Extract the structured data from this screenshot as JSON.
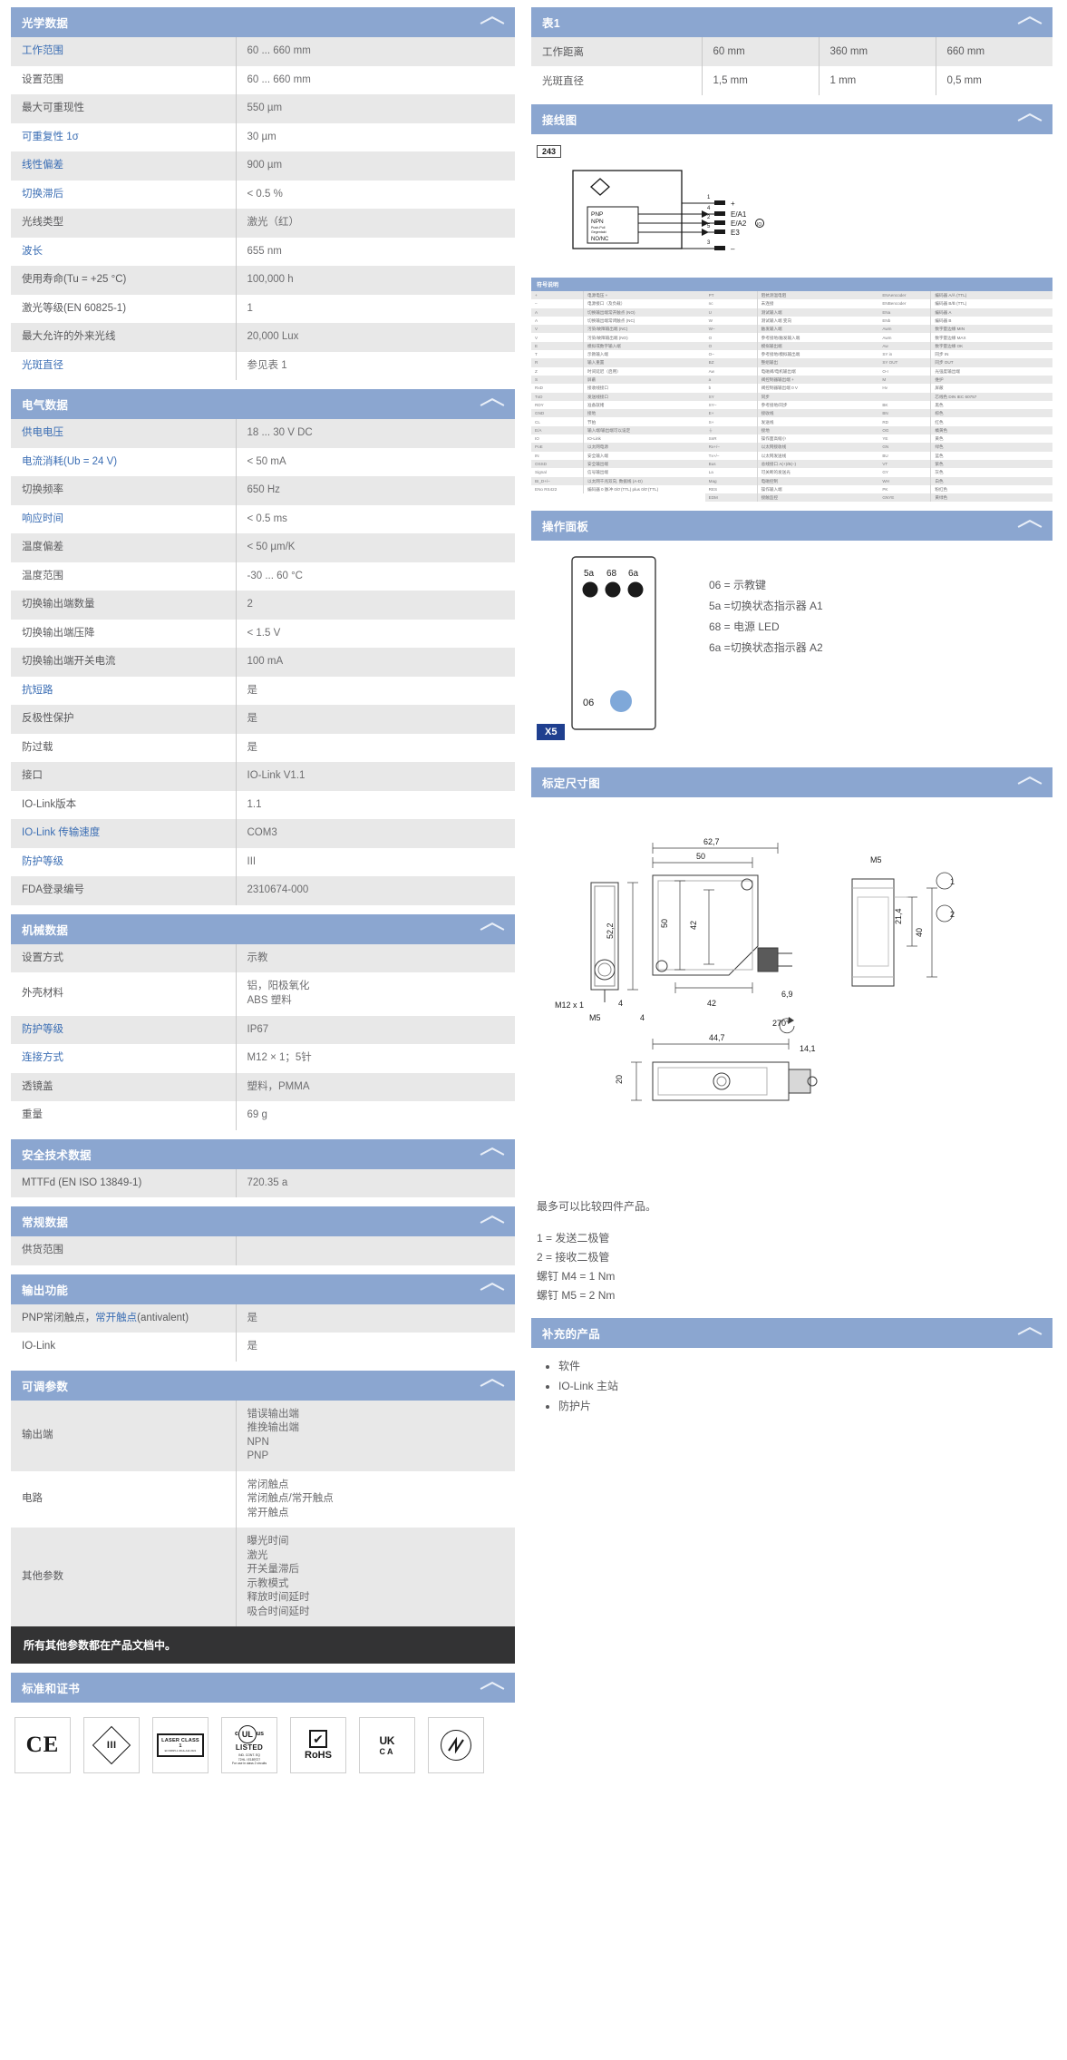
{
  "sections": {
    "optical": "光学数据",
    "electrical": "电气数据",
    "mechanical": "机械数据",
    "safety": "安全技术数据",
    "general": "常规数据",
    "output_function": "输出功能",
    "adjustable": "可调参数",
    "standards": "标准和证书",
    "table1": "表1",
    "wiring": "接线图",
    "panel": "操作面板",
    "dimensions": "标定尺寸图",
    "accessories": "补充的产品"
  },
  "optical_rows": [
    {
      "k": "工作范围",
      "v": "60 ... 660 mm",
      "link": true
    },
    {
      "k": "设置范围",
      "v": "60 ... 660 mm",
      "link": false
    },
    {
      "k": "最大可重现性",
      "v": "550 µm",
      "link": false
    },
    {
      "k": "可重复性 1σ",
      "v": "30 µm",
      "link": true
    },
    {
      "k": "线性偏差",
      "v": "900 µm",
      "link": true
    },
    {
      "k": "切换滞后",
      "v": "< 0.5 %",
      "link": true
    },
    {
      "k": "光线类型",
      "v": "激光（红）",
      "link": false
    },
    {
      "k": "波长",
      "v": "655 nm",
      "link": true
    },
    {
      "k": "使用寿命(Tu = +25 °C)",
      "v": "100,000 h",
      "link": false
    },
    {
      "k": "激光等级(EN 60825-1)",
      "v": "1",
      "link": false
    },
    {
      "k": "最大允许的外来光线",
      "v": "20,000 Lux",
      "link": false
    },
    {
      "k": "光斑直径",
      "v": "参见表 1",
      "link": true
    }
  ],
  "electrical_rows": [
    {
      "k": "供电电压",
      "v": "18 ... 30 V DC",
      "link": true
    },
    {
      "k": "电流消耗(Ub = 24 V)",
      "v": "< 50 mA",
      "link": true
    },
    {
      "k": "切换频率",
      "v": "650 Hz",
      "link": false
    },
    {
      "k": "响应时间",
      "v": "< 0.5 ms",
      "link": true
    },
    {
      "k": "温度偏差",
      "v": "< 50 µm/K",
      "link": false
    },
    {
      "k": "温度范围",
      "v": "-30 ... 60 °C",
      "link": false
    },
    {
      "k": "切换输出端数量",
      "v": "2",
      "link": false
    },
    {
      "k": "切换输出端压降",
      "v": "< 1.5 V",
      "link": false
    },
    {
      "k": "切换输出端开关电流",
      "v": "100 mA",
      "link": false
    },
    {
      "k": "抗短路",
      "v": "是",
      "link": true
    },
    {
      "k": "反极性保护",
      "v": "是",
      "link": false
    },
    {
      "k": "防过载",
      "v": "是",
      "link": false
    },
    {
      "k": "接口",
      "v": "IO-Link V1.1",
      "link": false
    },
    {
      "k": "IO-Link版本",
      "v": "1.1",
      "link": false
    },
    {
      "k": "IO-Link 传输速度",
      "v": "COM3",
      "link": true
    },
    {
      "k": "防护等级",
      "v": "III",
      "link": true
    },
    {
      "k": "FDA登录编号",
      "v": "2310674-000",
      "link": false
    }
  ],
  "mechanical_rows": [
    {
      "k": "设置方式",
      "v": "示教",
      "link": false
    },
    {
      "k": "外壳材料",
      "v": "铝，阳极氧化\nABS 塑料",
      "link": false
    },
    {
      "k": "防护等级",
      "v": "IP67",
      "link": true
    },
    {
      "k": "连接方式",
      "v": "M12 × 1；5针",
      "link": true
    },
    {
      "k": "透镜盖",
      "v": "塑料，PMMA",
      "link": false
    },
    {
      "k": "重量",
      "v": "69 g",
      "link": false
    }
  ],
  "safety_rows": [
    {
      "k": "MTTFd (EN ISO 13849-1)",
      "v": "720.35 a",
      "link": false
    }
  ],
  "general_rows": [
    {
      "k": "供货范围",
      "v": "",
      "link": false
    }
  ],
  "output_rows": [
    {
      "k": "PNP常闭触点，常开触点(antivalent)",
      "v": "是",
      "link": false,
      "partial_link": "常开触点"
    },
    {
      "k": "IO-Link",
      "v": "是",
      "link": false
    }
  ],
  "adjustable_rows": [
    {
      "k": "输出端",
      "v": "错误输出端\n推挽输出端\nNPN\nPNP",
      "link": false
    },
    {
      "k": "电路",
      "v": "常闭触点\n常闭触点/常开触点\n常开触点",
      "link": false
    },
    {
      "k": "其他参数",
      "v": "曝光时间\n激光\n开关量滞后\n示教模式\n释放时间延时\n吸合时间延时",
      "link": false
    }
  ],
  "note_bar": "所有其他参数都在产品文档中。",
  "certs": [
    {
      "name": "ce-mark",
      "label": "CE"
    },
    {
      "name": "class-iii-mark",
      "label": "III"
    },
    {
      "name": "laser-class-1-mark",
      "label": "LASER CLASS 1",
      "sub": "EN 60825-1 2014+A11:2021"
    },
    {
      "name": "ul-listed-mark",
      "label": "LISTED",
      "c": "c",
      "us": "us",
      "ul": "UL",
      "sub": "IND. CONT. EQ\n72HL I E189727\nFor use in class 2 circuits"
    },
    {
      "name": "rohs-mark",
      "label": "RoHS",
      "check": "✔"
    },
    {
      "name": "ukca-mark",
      "label": "UK",
      "sub": "CA"
    },
    {
      "name": "eac-mark",
      "label": "EAC"
    }
  ],
  "table1": {
    "rows": [
      {
        "k": "工作距离",
        "cells": [
          "60 mm",
          "360 mm",
          "660 mm"
        ]
      },
      {
        "k": "光斑直径",
        "cells": [
          "1,5 mm",
          "1 mm",
          "0,5 mm"
        ]
      }
    ]
  },
  "wiring": {
    "tag": "243",
    "pins": [
      {
        "num": "1",
        "label": "+"
      },
      {
        "num": "4",
        "label": "E/A1"
      },
      {
        "num": "2",
        "label": "E/A2"
      },
      {
        "num": "5",
        "label": "E3"
      },
      {
        "num": "3",
        "label": "–"
      }
    ],
    "box_labels": [
      "PNP",
      "NPN",
      "Push-Pull",
      "Gegentakt",
      "NO/NC"
    ]
  },
  "legend": {
    "title": "符号说明",
    "col1": [
      [
        "+",
        "电源电压 +"
      ],
      [
        "–",
        "电源接口（及负载）"
      ],
      [
        "A",
        "切换输出端常开触点 (NO)"
      ],
      [
        "A",
        "切换输出端常闭触点 (NC)"
      ],
      [
        "V",
        "污染/故障输出端 (NC)"
      ],
      [
        "V",
        "污染/故障输出端 (NO)"
      ],
      [
        "E",
        "模拟或数字输入端"
      ],
      [
        "T",
        "示教输入端"
      ],
      [
        "R",
        "输入重置"
      ],
      [
        "Z",
        "时间延迟（启用）"
      ],
      [
        "S",
        "屏蔽"
      ],
      [
        "RxD",
        "接收线接口"
      ],
      [
        "TxD",
        "发送线接口"
      ],
      [
        "RDY",
        "准备就绪"
      ],
      [
        "GND",
        "接地"
      ],
      [
        "CL",
        "节拍"
      ],
      [
        "E/A",
        "输入端/输出端可以设定"
      ],
      [
        "IO",
        "IO-Link"
      ],
      [
        "PoE",
        "以太网电源"
      ],
      [
        "IN",
        "安全输入端"
      ],
      [
        "OSSD",
        "安全输出端"
      ],
      [
        "Signal",
        "信号输出端"
      ],
      [
        "BI_D+/–",
        "以太网千兆双向, 数据线 (A-D)"
      ],
      [
        "ENo RS422",
        "编码器 0 脉冲 0/0̄ (TTL) plus 0/0̄ (TTL)"
      ]
    ],
    "col2": [
      [
        "PT",
        "阻抗测温电阻"
      ],
      [
        "nc",
        "未连接"
      ],
      [
        "U",
        "测试输入端"
      ],
      [
        "W",
        "测试输入端 变向"
      ],
      [
        "W–",
        "触发输入端"
      ],
      [
        "O",
        "参考接地/触发输入端"
      ],
      [
        "O",
        "模拟输出端"
      ],
      [
        "O–",
        "参考接地/模拟输出端"
      ],
      [
        "BZ",
        "整组输出"
      ],
      [
        "Aw",
        "电磁阀/电机输出端"
      ],
      [
        "a",
        "阀控制器输出端 +"
      ],
      [
        "b",
        "阀控制器输出端 0 V"
      ],
      [
        "SY",
        "同步"
      ],
      [
        "SY–",
        "参考接地/同步"
      ],
      [
        "E+",
        "接收线"
      ],
      [
        "S+",
        "发送线"
      ],
      [
        "⏚",
        "接地"
      ],
      [
        "SnR",
        "操作面高缩小"
      ],
      [
        "Rx+/–",
        "以太网接收线"
      ],
      [
        "Tx+/–",
        "以太网发送线"
      ],
      [
        "Bus",
        "总线接口 A(+)/B(–)"
      ],
      [
        "La",
        "可关断的发送光"
      ],
      [
        "Mag",
        "电磁控制"
      ],
      [
        "RES",
        "操作输入端"
      ],
      [
        "EDM",
        "接触监控"
      ]
    ],
    "col3": [
      [
        "ENAencoder",
        "编码器 A/Ā (TTL)"
      ],
      [
        "ENBencoder",
        "编码器 B/B̄ (TTL)"
      ],
      [
        "ENa",
        "编码器 A"
      ],
      [
        "ENb",
        "编码器 B"
      ],
      [
        "Awm",
        "数字量边缘 MIN"
      ],
      [
        "Awm",
        "数字量边缘 MAX"
      ],
      [
        "Aw",
        "数字量边缘 OK"
      ],
      [
        "SY in",
        "同步 IN"
      ],
      [
        "SY OUT",
        "同步 OUT"
      ],
      [
        "O-I",
        "光强度输出端"
      ],
      [
        "M",
        "维护"
      ],
      [
        "Hv",
        "屏蔽"
      ],
      [
        "",
        "芯线色 DIN IEC 60757"
      ],
      [
        "BK",
        "黑色"
      ],
      [
        "BN",
        "棕色"
      ],
      [
        "RD",
        "红色"
      ],
      [
        "OG",
        "橘黄色"
      ],
      [
        "YE",
        "黄色"
      ],
      [
        "GN",
        "绿色"
      ],
      [
        "BU",
        "蓝色"
      ],
      [
        "VT",
        "紫色"
      ],
      [
        "GY",
        "灰色"
      ],
      [
        "WH",
        "白色"
      ],
      [
        "PK",
        "粉红色"
      ],
      [
        "GNYE",
        "黄绿色"
      ]
    ]
  },
  "panel": {
    "tag": "X5",
    "leds": [
      "5a",
      "68",
      "6a"
    ],
    "button": "06",
    "legend": [
      "06 = 示教键",
      "5a =切换状态指示器 A1",
      "68 = 电源 LED",
      "6a =切换状态指示器 A2"
    ]
  },
  "dimensions": {
    "labels": {
      "d627": "62,7",
      "d50": "50",
      "m5a": "M5",
      "d522": "52,2",
      "d50b": "50",
      "d42": "42",
      "d214": "21,4",
      "d40": "40",
      "m12": "M12 x 1",
      "m5b": "M5",
      "d4a": "4",
      "d4b": "4",
      "d42b": "42",
      "d69": "6,9",
      "rot": "270°",
      "d447": "44,7",
      "d141": "14,1",
      "d20": "20",
      "c1": "1",
      "c2": "2"
    }
  },
  "notes": {
    "compare": "最多可以比较四件产品。",
    "lines": [
      "1 = 发送二极管",
      "2 = 接收二极管",
      "螺钉 M4 = 1 Nm",
      "螺钉 M5 = 2 Nm"
    ]
  },
  "accessories": [
    "软件",
    "IO-Link 主站",
    "防护片"
  ],
  "colors": {
    "header": "#8ba6d0",
    "link": "#3b6eb4",
    "row_odd": "#e8e8e8",
    "note_bar": "#333334",
    "x5_tag": "#1f3f8f",
    "led_blue": "#7fa8d9"
  }
}
